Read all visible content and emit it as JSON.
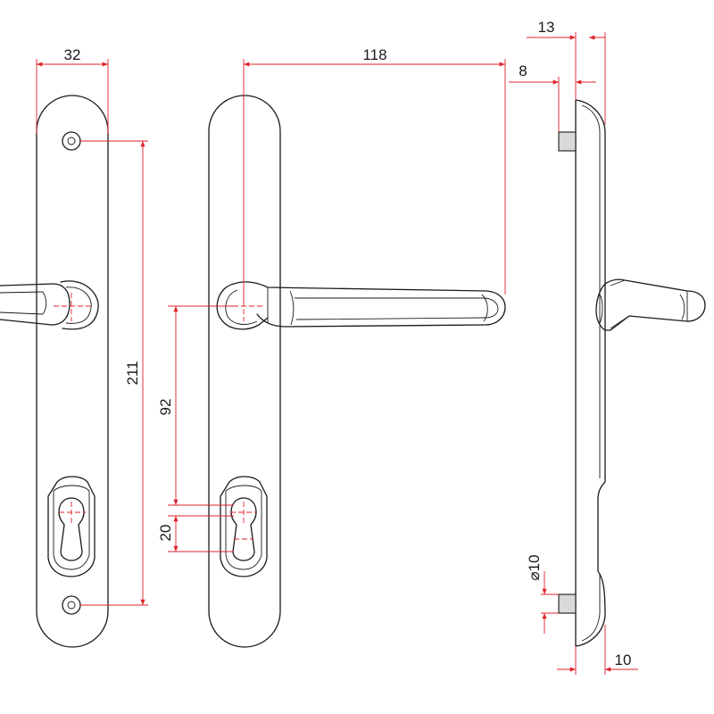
{
  "dimensions": {
    "plate_width": "32",
    "lever_length": "118",
    "total_depth": "13",
    "boss_depth": "8",
    "fixing_centres": "211",
    "lever_to_cylinder": "92",
    "cylinder_offset": "20",
    "fixing_diameter": "⌀10",
    "plate_thickness": "10"
  },
  "colors": {
    "outline": "#1a1a1a",
    "dimension": "#e0202a"
  }
}
